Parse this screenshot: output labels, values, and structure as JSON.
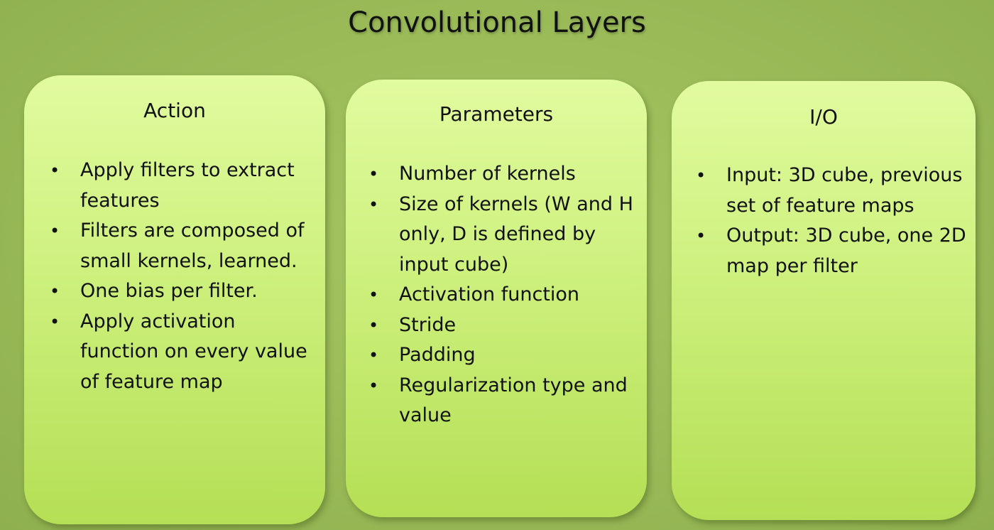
{
  "title": "Convolutional Layers",
  "cards": [
    {
      "heading": "Action",
      "items": [
        "Apply filters to extract features",
        "Filters are composed of small kernels, learned.",
        "One bias per filter.",
        "Apply activation function on every value of feature map"
      ]
    },
    {
      "heading": "Parameters",
      "items": [
        "Number of kernels",
        "Size of kernels (W and H only, D is defined by input cube)",
        "Activation function",
        "Stride",
        "Padding",
        "Regularization type and value"
      ]
    },
    {
      "heading": "I/O",
      "items": [
        "Input: 3D cube, previous set of feature maps",
        "Output: 3D cube, one 2D map per filter"
      ]
    }
  ],
  "bullet_glyph": "•",
  "colors": {
    "background": "#9aba58",
    "card_top": "#e1fb9f",
    "card_bottom": "#b5df55",
    "text": "#111111"
  }
}
